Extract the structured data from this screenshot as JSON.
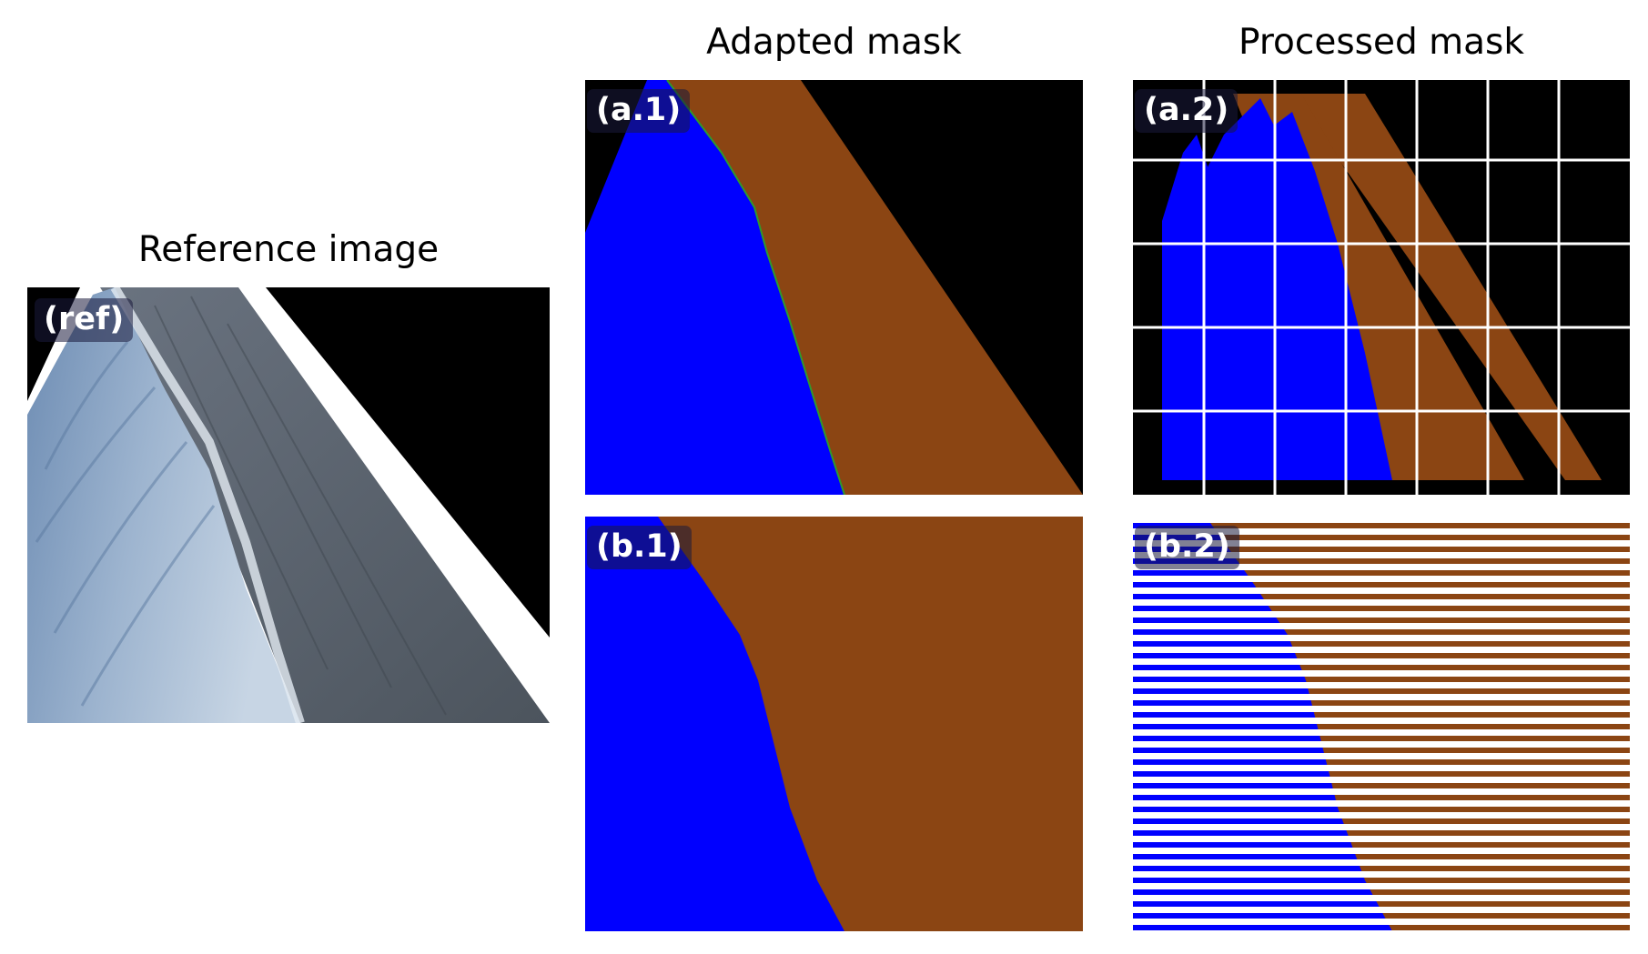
{
  "titles": {
    "reference": "Reference image",
    "adapted": "Adapted mask",
    "processed": "Processed mask"
  },
  "panels": {
    "ref": "(ref)",
    "a1": "(a.1)",
    "a2": "(a.2)",
    "b1": "(b.1)",
    "b2": "(b.2)"
  },
  "colors": {
    "water": "#0000ff",
    "land": "#8b4513",
    "background": "#000000",
    "grid": "#ffffff",
    "shoreline": "#2e9a2e"
  }
}
